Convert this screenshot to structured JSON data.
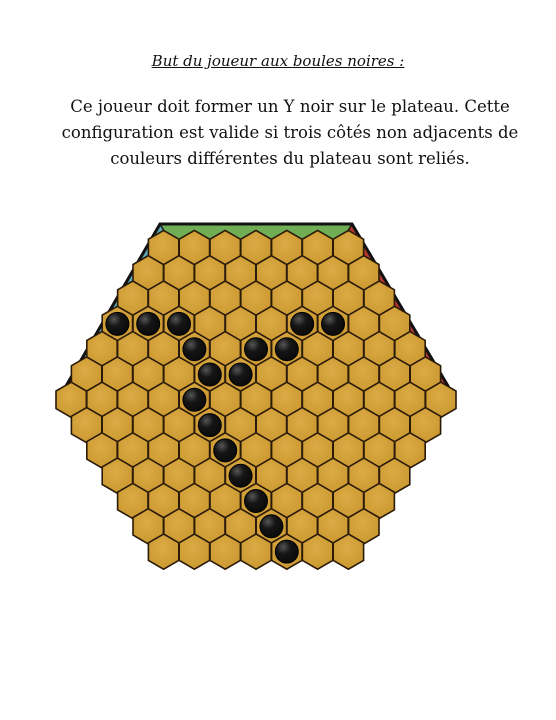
{
  "heading": "But du joueur aux boules noires :",
  "rules_lines": [
    "Ce joueur doit former un Y noir sur le plateau. Cette",
    "configuration est valide si trois côtés non adjacents de",
    "couleurs différentes du plateau sont reliés."
  ],
  "board": {
    "side_length": 7,
    "edge_colors": {
      "top": "#6fae55",
      "bottom": "#6fae55",
      "upper_left": "#5fa9b6",
      "lower_right": "#5fa9b6",
      "upper_right": "#b2382f",
      "lower_left": "#b2382f"
    },
    "cell_color": "#c9962e",
    "cell_border": "#2a1a08",
    "stone_color": "#0b0b0b",
    "black_stones": [
      [
        3,
        0
      ],
      [
        3,
        1
      ],
      [
        3,
        2
      ],
      [
        3,
        6
      ],
      [
        3,
        7
      ],
      [
        4,
        3
      ],
      [
        4,
        5
      ],
      [
        4,
        6
      ],
      [
        5,
        4
      ],
      [
        5,
        5
      ],
      [
        6,
        4
      ],
      [
        7,
        4
      ],
      [
        8,
        4
      ],
      [
        9,
        4
      ],
      [
        10,
        4
      ],
      [
        11,
        4
      ],
      [
        12,
        4
      ]
    ]
  }
}
